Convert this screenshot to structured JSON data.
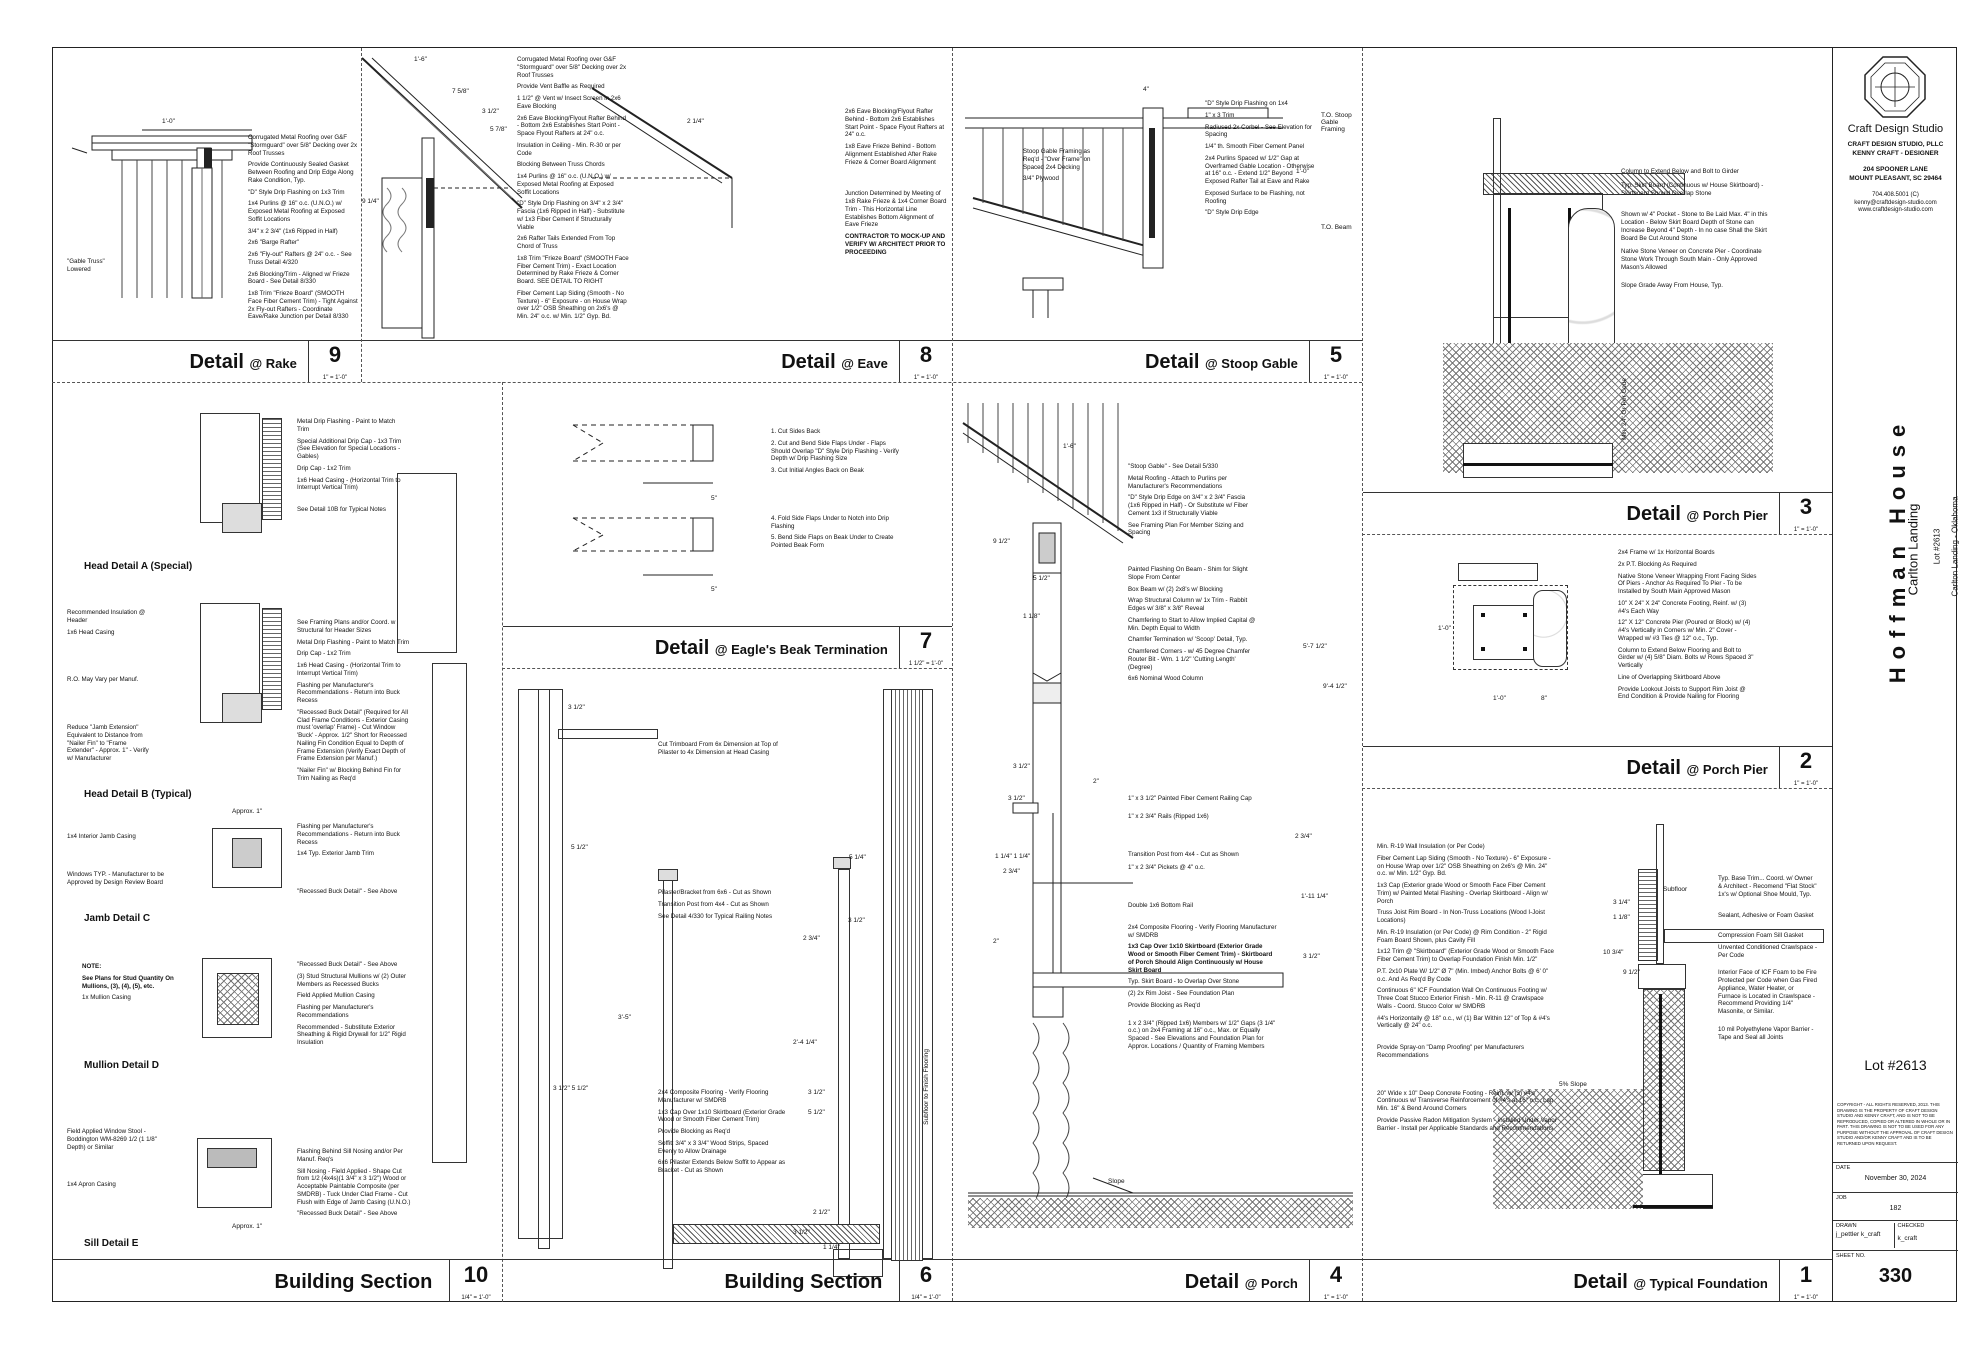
{
  "title_block": {
    "studio_name": "Craft Design Studio",
    "firm_name": "CRAFT DESIGN STUDIO, PLLC",
    "designer": "KENNY CRAFT - DESIGNER",
    "address_1": "204 SPOONER LANE",
    "address_2": "MOUNT PLEASANT, SC 29464",
    "phone": "704.408.5001 (C)",
    "email": "kenny@craftdesign-studio.com",
    "website": "www.craftdesign-studio.com",
    "project_name": "Hoffman House",
    "development": "Carlton Landing",
    "lot_line": "Lot #2613",
    "location": "Carlton Landing - Oklahoma",
    "lot_big": "Lot #2613",
    "copyright": "COPYRIGHT - ALL RIGHTS RESERVED, 2013. THIS DRAWING IS THE PROPERTY OF CRAFT DESIGN STUDIO AND KENNY CRAFT, AND IS NOT TO BE REPRODUCED, COPIED OR ALTERED IN WHOLE OR IN PART. THIS DRAWING IS NOT TO BE USED FOR ANY PURPOSE WITHOUT THE APPROVAL OF CRAFT DESIGN STUDIO AND/OR KENNY CRAFT AND IS TO BE RETURNED UPON REQUEST.",
    "date_label": "DATE",
    "date": "November 30, 2024",
    "job_label": "JOB",
    "job": "182",
    "drawn_label": "DRAWN",
    "drawn": "j_pettler k_craft",
    "checked_label": "CHECKED",
    "checked": "k_craft",
    "sheet_label": "SHEET NO.",
    "sheet": "330"
  },
  "details": {
    "d9": {
      "title": "Detail",
      "at": "@ Rake",
      "num": "9",
      "scale": "1\" = 1'-0\""
    },
    "d8": {
      "title": "Detail",
      "at": "@ Eave",
      "num": "8",
      "scale": "1\" = 1'-0\""
    },
    "d5": {
      "title": "Detail",
      "at": "@ Stoop Gable",
      "num": "5",
      "scale": "1\" = 1'-0\""
    },
    "d3": {
      "title": "Detail",
      "at": "@ Porch Pier",
      "num": "3",
      "scale": "1\" = 1'-0\""
    },
    "d2": {
      "title": "Detail",
      "at": "@ Porch Pier",
      "num": "2",
      "scale": "1\" = 1'-0\""
    },
    "d7": {
      "title": "Detail",
      "at": "@ Eagle's Beak Termination",
      "num": "7",
      "scale": "1 1/2\" = 1'-0\""
    },
    "d10": {
      "title": "Building Section",
      "at": "",
      "num": "10",
      "scale": "1/4\" = 1'-0\""
    },
    "d6": {
      "title": "Building Section",
      "at": "",
      "num": "6",
      "scale": "1/4\" = 1'-0\""
    },
    "d4": {
      "title": "Detail",
      "at": "@ Porch",
      "num": "4",
      "scale": "1\" = 1'-0\""
    },
    "d1": {
      "title": "Detail",
      "at": "@ Typical Foundation",
      "num": "1",
      "scale": "1\" = 1'-0\""
    }
  },
  "notes": {
    "rake": [
      "Corrugated Metal Roofing over G&F \"Stormguard\" over 5/8\" Decking over 2x Roof Trusses",
      "Provide Continuously Sealed Gasket Between Roofing and Drip Edge Along Rake Condition, Typ.",
      "\"D\" Style Drip Flashing on 1x3 Trim",
      "1x4 Purlins @ 16\" o.c. (U.N.O.) w/ Exposed Metal Roofing at Exposed Soffit Locations",
      "3/4\" x 2 3/4\" (1x6 Ripped in Half)",
      "2x6 \"Barge Rafter\"",
      "2x6 \"Fly-out\" Rafters @ 24\" o.c. - See Truss Detail 4/320",
      "2x6 Blocking/Trim - Aligned w/ Frieze Board - See Detail 8/330",
      "1x8 Trim \"Frieze Board\" (SMOOTH Face Fiber Cement Trim) - Tight Against 2x Fly-out Rafters - Coordinate Eave/Rake Junction per Detail 8/330"
    ],
    "rake_label": "\"Gable Truss\" Lowered",
    "rake_dim": "1'-0\"",
    "eave": [
      "Corrugated Metal Roofing over G&F \"Stormguard\" over 5/8\" Decking over 2x Roof Trusses",
      "Provide Vent Baffle as Required",
      "1 1/2\" @ Vent w/ Insect Screen in 2x6 Eave Blocking",
      "2x6 Eave Blocking/Flyout Rafter Behind - Bottom 2x6 Establishes Start Point - Space Flyout Rafters at 24\" o.c.",
      "Insulation in Ceiling - Min. R-30 or per Code",
      "Blocking Between Truss Chords",
      "1x4 Purlins @ 16\" o.c. (U.N.O.) w/ Exposed Metal Roofing at Exposed Soffit Locations",
      "\"D\" Style Drip Flashing on 3/4\" x 2 3/4\" Fascia (1x6 Ripped in Half) - Substitute w/ 1x3 Fiber Cement if Structurally Viable",
      "2x6 Rafter Tails Extended From Top Chord of Truss",
      "1x8 Trim \"Frieze Board\" (SMOOTH Face Fiber Cement Trim) - Exact Location Determined by Rake Frieze & Corner Board. SEE DETAIL TO RIGHT",
      "Fiber Cement Lap Siding (Smooth - No Texture) - 6\" Exposure - on House Wrap over 1/2\" OSB Sheathing on 2x6's @ Min. 24\" o.c. w/ Min. 1/2\" Gyp. Bd."
    ],
    "eave_right": [
      "2x6 Eave Blocking/Flyout Rafter Behind - Bottom 2x6 Establishes Start Point - Space Flyout Rafters at 24\" o.c.",
      "1x8 Eave Frieze Behind - Bottom Alignment Established After Rake Frieze & Corner Board Alignment",
      "Junction Determined by Meeting of 1x8 Rake Frieze & 1x4 Corner Board Trim - This Horizontal Line Establishes Bottom Alignment of Eave Frieze",
      "CONTRACTOR TO MOCK-UP AND VERIFY W/ ARCHITECT PRIOR TO PROCEEDING"
    ],
    "eave_dims": [
      "1'-6\"",
      "7 5/8\"",
      "3 1/2\"",
      "5 7/8\"",
      "9 1/4\"",
      "2 1/4\""
    ],
    "stoop": [
      "\"D\" Style Drip Flashing on 1x4",
      "1\" x 3 Trim",
      "Radiused 2x Corbel - See Elevation for Spacing",
      "1/4\" th. Smooth Fiber Cement Panel",
      "2x4 Purlins Spaced w/ 1/2\" Gap at Overframed Gable Location - Otherwise at 16\" o.c. - Extend 1/2\" Beyond Exposed Rafter Tail at Eave and Rake",
      "Exposed Surface to be Flashing, not Roofing",
      "\"D\" Style Drip Edge"
    ],
    "stoop_left": [
      "Stoop Gable Framing as Req'd - \"Over Frame\" on Spaced 2x4 Decking",
      "3/4\" Plywood"
    ],
    "stoop_dims": [
      "4\"",
      "T.O. Stoop Gable Framing",
      "T.O. Beam",
      "1'-0\""
    ],
    "pier3": [
      "Column to Extend Below and Bolt to Girder",
      "Typ. Skirt Board (Continuous w/ House Skirtboard) - Skirtboard Should Overlap Stone",
      "Shown w/ 4\" Pocket - Stone to Be Laid Max. 4\" in this Location - Below Skirt Board Depth of Stone can Increase Beyond 4\" Depth - In no case Shall the Skirt Board Be Cut Around Stone",
      "Native Stone Veneer on Concrete Pier - Coordinate Stone Work Through South Main - Only Approved Mason's Allowed",
      "Slope Grade Away From House, Typ."
    ],
    "pier3_dim": "Min. 24\" Or Per Code",
    "pier2": [
      "2x4 Frame w/ 1x Horizontal Boards",
      "2x P.T. Blocking As Required",
      "Native Stone Veneer Wrapping Front Facing Sides Of Piers - Anchor As Required To Pier - To be Installed by South Main Approved Mason",
      "10\" X 24\" X 24\" Concrete Footing, Reinf. w/ (3) #4's Each Way",
      "12\" X 12\" Concrete Pier (Poured or Block) w/ (4) #4's Vertically in Corners w/ Min. 2\" Cover - Wrapped w/ #3 Ties @ 12\" o.c., Typ.",
      "Column to Extend Below Flooring and Bolt to Girder w/ (4) 5/8\" Diam. Bolts w/ Rows Spaced 3\" Vertically",
      "Line of Overlapping Skirtboard Above",
      "Provide Lookout Joists to Support Rim Joist @ End Condition & Provide Nailing for Flooring"
    ],
    "pier2_dims": [
      "1'-0\"",
      "1'-0\"",
      "8\""
    ],
    "beak": [
      "1. Cut Sides Back",
      "2. Cut and Bend Side Flaps Under - Flaps Should Overlap \"D\" Style Drip Flashing - Verify Depth w/ Drip Flashing Size",
      "3. Cut Initial Angles Back on Beak",
      "4. Fold Side Flaps Under to Notch into Drip Flashing",
      "5. Bend Side Flaps on Beak Under to Create Pointed Beak Form"
    ],
    "beak_dims": [
      "5\"",
      "5\""
    ],
    "s10_heads": [
      "Head Detail A (Special)",
      "Head Detail B (Typical)",
      "Jamb Detail C",
      "Mullion Detail D",
      "Sill Detail E"
    ],
    "s10_headA": [
      "Metal Drip Flashing - Paint to Match Trim",
      "Special Additional Drip Cap - 1x3 Trim (See Elevation for Special Locations - Gables)",
      "Drip Cap - 1x2 Trim",
      "1x6 Head Casing - (Horizontal Trim to Interrupt Vertical Trim)",
      "See Detail 10B for Typical Notes"
    ],
    "s10_headB": [
      "See Framing Plans and/or Coord. w Structural for Header Sizes",
      "Metal Drip Flashing - Paint to Match Trim",
      "Drip Cap - 1x2 Trim",
      "1x6 Head Casing - (Horizontal Trim to Interrupt Vertical Trim)",
      "Flashing per Manufacturer's Recommendations - Return into Buck Recess",
      "\"Recessed Buck Detail\" (Required for All Clad Frame Conditions - Exterior Casing must 'overlap' Frame) - Cut Window 'Buck' - Approx. 1/2\" Short for Recessed Nailing Fin Condition Equal to Depth of Frame Extension (Verify Exact Depth of Frame Extension per Manuf.)",
      "\"Nailer Fin\" w/ Blocking Behind Fin for Trim Nailing as Req'd"
    ],
    "s10_headB_left": [
      "Recommended Insulation @ Header",
      "1x6 Head Casing",
      "R.O. May Vary per Manuf.",
      "Reduce \"Jamb Extension\" Equivalent to Distance from \"Nailer Fin\" to \"Frame Extender\" - Approx. 1\" - Verify w/ Manufacturer"
    ],
    "s10_jamb": [
      "Flashing per Manufacturer's Recommendations - Return into Buck Recess",
      "1x4 Typ. Exterior Jamb Trim",
      "\"Recessed Buck Detail\" - See Above"
    ],
    "s10_jamb_left": [
      "1x4 Interior Jamb Casing",
      "Windows TYP. - Manufacturer to be Approved by Design Review Board",
      "Approx. 1\""
    ],
    "s10_mull": [
      "\"Recessed Buck Detail\" - See Above",
      "(3) Stud Structural Mullions w/ (2) Outer Members as Recessed Bucks",
      "Field Applied Mullion Casing",
      "Flashing per Manufacturer's Recommendations",
      "Recommended - Substitute Exterior Sheathing & Rigid Drywall for 1/2\" Rigid Insulation"
    ],
    "s10_mull_left": [
      "NOTE:",
      "See Plans for Stud Quantity On Mullions, (3), (4), (5), etc.",
      "1x Mullion Casing"
    ],
    "s10_sill": [
      "Flashing Behind Sill Nosing and/or Per Manuf. Req's",
      "Sill Nosing - Field Applied - Shape Cut from 1/2 (4x4s)(1 3/4\" x 3 1/2\") Wood or Acceptable Paintable Composite (per SMDRB) - Tuck Under Clad Frame - Cut Flush with Edge of Jamb Casing (U.N.O.)",
      "\"Recessed Buck Detail\" - See Above"
    ],
    "s10_sill_left": [
      "Field Applied Window Stool - Boddington WM-8269 1/2 (1 1/8\" Depth) or Similar",
      "1x4 Apron Casing",
      "Approx. 1\""
    ],
    "s6": [
      "Cut Trimboard From 6x Dimension at Top of Pilaster to 4x Dimension at Head Casing",
      "Pilaster/Bracket from 6x6 - Cut as Shown",
      "Transition Post from 4x4 - Cut as Shown",
      "See Detail 4/330 for Typical Railing Notes",
      "2x4 Composite Flooring - Verify Flooring Manufacturer w/ SMDRB",
      "1x3 Cap Over 1x10 Skirtboard (Exterior Grade Wood or Smooth Fiber Cement Trim)",
      "Provide Blocking as Req'd",
      "Soffit: 3/4\" x 3 3/4\" Wood Strips, Spaced Evenly to Allow Drainage",
      "6x6 Pilaster Extends Below Soffit to Appear as Bracket - Cut as Shown"
    ],
    "s6_dims": [
      "3 1/2\"",
      "5 1/2\"",
      "3'-5\"",
      "3 1/2\" 5 1/2\"",
      "5 1/4\"",
      "3 1/2\"",
      "2'-4 1/4\"",
      "2 3/4\"",
      "3 1/2\"",
      "5 1/2\"",
      "2 1/2\"",
      "3 1/2\"",
      "1 1/4\"",
      "Subfloor to Finish Flooring"
    ],
    "porch": [
      "\"Stoop Gable\" - See Detail 5/330",
      "Metal Roofing - Attach to Purlins per Manufacturer's Recommendations",
      "\"D\" Style Drip Edge on 3/4\" x 2 3/4\" Fascia (1x6 Ripped in Half) - Or Substitute w/ Fiber Cement 1x3 if Structurally Viable",
      "See Framing Plan For Member Sizing and Spacing",
      "Painted Flashing On Beam - Shim for Slight Slope From Center",
      "Box Beam w/ (2) 2x8's w/ Blocking",
      "Wrap Structural Column w/ 1x Trim - Rabbit Edges w/ 3/8\" x 3/8\" Reveal",
      "Chamfering to Start to Allow Implied Capital @ Min. Depth Equal to Width",
      "Chamfer Termination w/ 'Scoop' Detail, Typ.",
      "Chamfered Corners - w/ 45 Degree Chamfer Router Bit - Wm. 1 1/2\" 'Cutting Length' (Degree)",
      "6x6 Nominal Wood Column",
      "1\" x 3 1/2\" Painted Fiber Cement Railing Cap",
      "1\" x 2 3/4\" Rails (Ripped 1x6)",
      "Transition Post from 4x4 - Cut as Shown",
      "1\" x 2 3/4\" Pickets @ 4\" o.c.",
      "Double 1x6 Bottom Rail",
      "2x4 Composite Flooring - Verify Flooring Manufacturer w/ SMDRB",
      "1x3 Cap Over 1x10 Skirtboard (Exterior Grade Wood or Smooth Fiber Cement Trim) - Skirtboard of Porch Should Align Continuously w/ House Skirt Board",
      "Typ. Skirt Board - to Overlap Over Stone",
      "(2) 2x Rim Joist - See Foundation Plan",
      "Provide Blocking as Req'd",
      "1 x 2 3/4\" (Ripped 1x6) Members w/ 1/2\" Gaps (3 1/4\" o.c.) on 2x4 Framing at 16\" o.c., Max. or Equally Spaced - See Elevations and Foundation Plan for Approx. Locations / Quantity of Framing Members"
    ],
    "porch_dims": [
      "1'-6\"",
      "9 1/2\"",
      "5 1/2\"",
      "1 1/8\"",
      "3 1/2\"",
      "2\"",
      "5'-7 1/2\"",
      "9'-4 1/2\"",
      "3 1/2\"",
      "1 1/4\" 1 1/4\"",
      "2 3/4\"",
      "2 3/4\"",
      "1'-11 1/4\"",
      "3 1/2\"",
      "2\"",
      "Slope"
    ],
    "foundation": [
      "Min. R-19 Wall Insulation (or Per Code)",
      "Fiber Cement Lap Siding (Smooth - No Texture) - 6\" Exposure - on House Wrap over 1/2\" OSB Sheathing on 2x6's @ Min. 24\" o.c. w/ Min. 1/2\" Gyp. Bd.",
      "1x3 Cap (Exterior grade Wood or Smooth Face Fiber Cement Trim) w/ Painted Metal Flashing - Overlap Skirtboard - Align w/ Porch",
      "Truss Joist Rim Board - In Non-Truss Locations (Wood I-Joist Locations)",
      "Min. R-19 Insulation (or Per Code) @ Rim Condition - 2\" Rigid Foam Board Shown, plus Cavity Fill",
      "1x12 Trim @ \"Skirtboard\" (Exterior Grade Wood or Smooth Face Fiber Cement Trim) to Overlap Foundation Finish Min. 1/2\"",
      "P.T. 2x10 Plate W/ 1/2\" Ø 7\" (Min. Imbed) Anchor Bolts @ 6' 0\" o.c. And As Req'd By Code",
      "Continuous 6\" ICF Foundation Wall On Continuous Footing w/ Three Coat Stucco Exterior Finish - Min. R-11 @ Crawlspace Walls - Coord. Stucco Color w/ SMDRB",
      "#4's Horizontally @ 18\" o.c., w/ (1) Bar Within 12\" of Top & #4's Vertically @ 24\" o.c.",
      "Provide Spray-on \"Damp Proofing\" per Manufacturers Recommendations",
      "20\" Wide x 10\" Deep Concrete Footing - Reinf. w/ (3) #4's Continuous w/ Transverse Reinforcement of #4's at 16\" o.c., Lap Min. 16\" & Bend Around Corners",
      "Provide Passive Radon Mitigation System - Installed Under Vapor Barrier - Install per Applicable Standards and Recommendations"
    ],
    "foundation_right": [
      "Typ. Base Trim... Coord. w/ Owner & Architect - Recomend \"Flat Stock\" 1x's w/ Optional Shoe Mould, Typ.",
      "Sealant, Adhesive or Foam Gasket",
      "Compression Foam Sill Gasket",
      "Unvented Conditioned Crawlspace - Per Code",
      "Interior Face of ICF Foam to be Fire Protected per Code when Gas Fired Appliance, Water Heater, or Furnace is Located in Crawlspace - Recommend Providing 1/4\" Masonite, or Similar.",
      "10 mil Polyethylene Vapor Barrier - Tape and Seal all Joints"
    ],
    "foundation_dims": [
      "3 1/4\"",
      "1 1/8\"",
      "10 3/4\"",
      "9 1/2\"",
      "Subfloor",
      "5% Slope"
    ]
  }
}
